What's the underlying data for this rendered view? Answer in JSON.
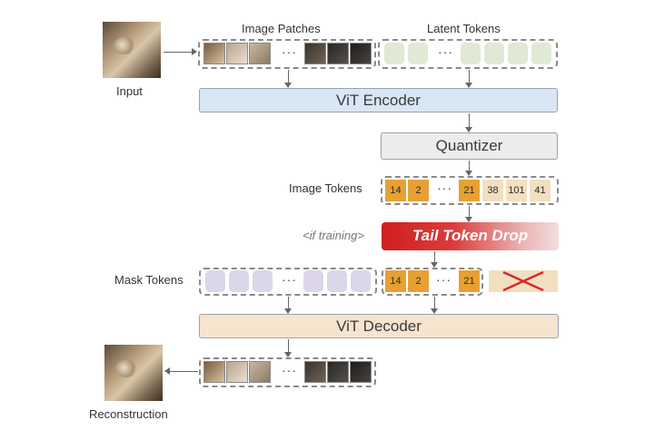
{
  "labels": {
    "input": "Input",
    "image_patches": "Image Patches",
    "latent_tokens": "Latent Tokens",
    "image_tokens": "Image Tokens",
    "if_training": "<if training>",
    "mask_tokens": "Mask Tokens",
    "reconstruction": "Reconstruction",
    "dots": "···"
  },
  "blocks": {
    "vit_encoder": "ViT Encoder",
    "quantizer": "Quantizer",
    "tail_token_drop": "Tail Token Drop",
    "vit_decoder": "ViT Decoder"
  },
  "image_tokens": [
    "14",
    "2",
    "21",
    "38",
    "101",
    "41"
  ],
  "kept_tokens": [
    "14",
    "2",
    "21"
  ],
  "colors": {
    "encoder": "#d9e6f3",
    "quantizer": "#ececec",
    "decoder": "#f6e4cf",
    "drop_red": "#d62a2a",
    "token_dark": "#e8a033",
    "token_light": "#f2dfc0",
    "mask": "#dcd6ea",
    "latent": "#dfe9d5"
  }
}
